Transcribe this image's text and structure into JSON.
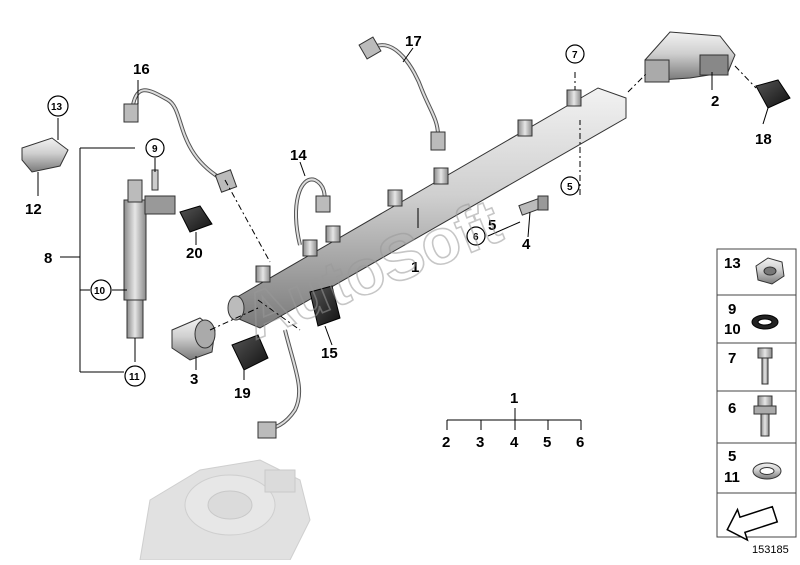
{
  "diagram": {
    "doc_id": "153185",
    "watermark": "AutoSoft",
    "callouts": {
      "c1": "1",
      "c2": "2",
      "c3": "3",
      "c4": "4",
      "c5a": "5",
      "c5b": "5",
      "c6": "6",
      "c7": "7",
      "c8": "8",
      "c9": "9",
      "c10": "10",
      "c11": "11",
      "c12": "12",
      "c13": "13",
      "c14": "14",
      "c15": "15",
      "c16": "16",
      "c17": "17",
      "c18": "18",
      "c19": "19",
      "c20": "20"
    },
    "tree": {
      "root": "1",
      "children": [
        "2",
        "3",
        "4",
        "5",
        "6"
      ]
    },
    "legend": {
      "p1": "13",
      "p2a": "9",
      "p2b": "10",
      "p3": "7",
      "p4": "6",
      "p5a": "5",
      "p5b": "11"
    }
  }
}
